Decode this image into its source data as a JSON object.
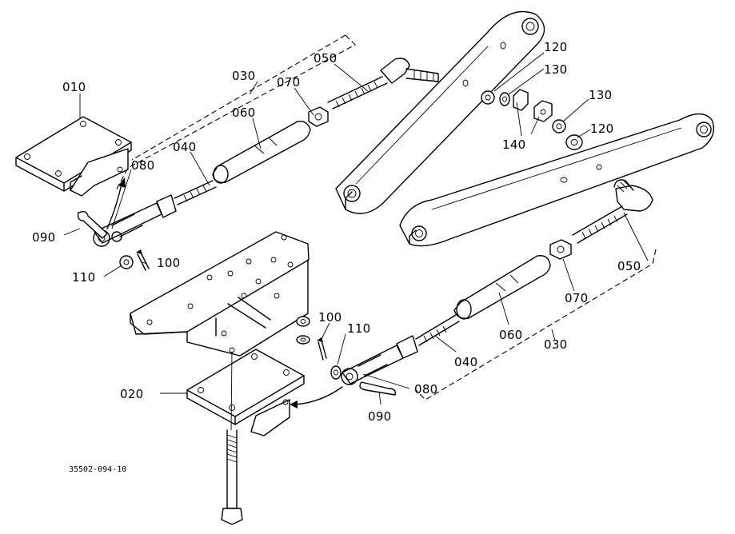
{
  "drawing_code": "35502-094-10",
  "callouts": {
    "p010": "010",
    "p020": "020",
    "p030_top": "030",
    "p030_bottom": "030",
    "p040_top": "040",
    "p040_bottom": "040",
    "p050_top": "050",
    "p050_bottom": "050",
    "p060_top": "060",
    "p060_bottom": "060",
    "p070_top": "070",
    "p070_bottom": "070",
    "p080_top": "080",
    "p080_bottom": "080",
    "p090_top": "090",
    "p090_bottom": "090",
    "p100_top": "100",
    "p100_bottom": "100",
    "p110_top": "110",
    "p110_bottom": "110",
    "p120_top": "120",
    "p120_right": "120",
    "p130_top": "130",
    "p130_right": "130",
    "p140": "140"
  }
}
